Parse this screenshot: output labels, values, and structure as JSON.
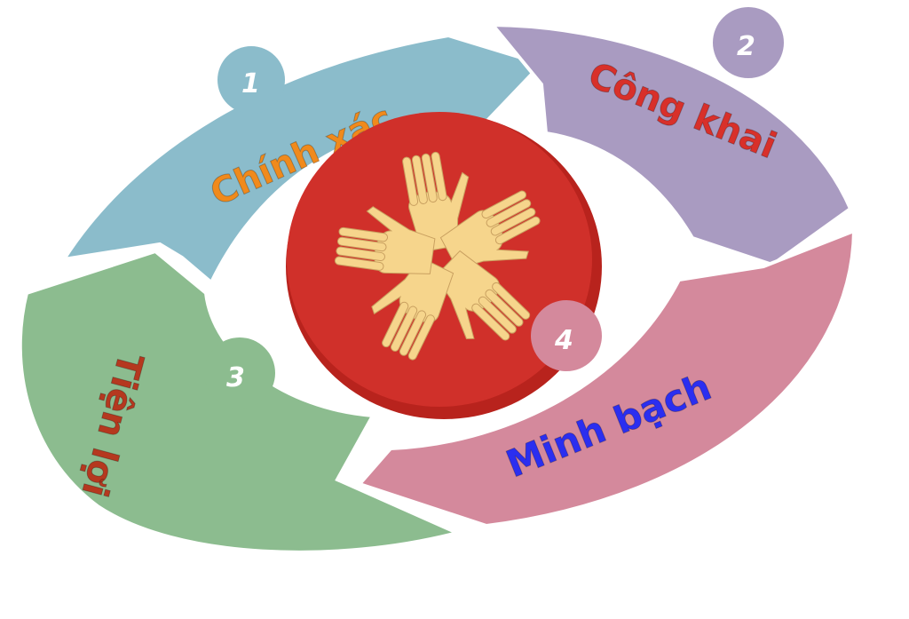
{
  "segments": [
    {
      "number": "1",
      "label": "Chính xác",
      "fill": "#8bbccb",
      "text_color": "#f08a1c"
    },
    {
      "number": "2",
      "label": "Công khai",
      "fill": "#a99bc1",
      "text_color": "#d8302a"
    },
    {
      "number": "3",
      "label": "Tiện lợi",
      "fill": "#8cbc8f",
      "text_color": "#b5381f"
    },
    {
      "number": "4",
      "label": "Minh bạch",
      "fill": "#d4899c",
      "text_color": "#2b2ef0"
    }
  ],
  "center": {
    "fill": "#d0302a",
    "hands_color": "#f6d58c",
    "icon": "five-hands-star-icon"
  }
}
